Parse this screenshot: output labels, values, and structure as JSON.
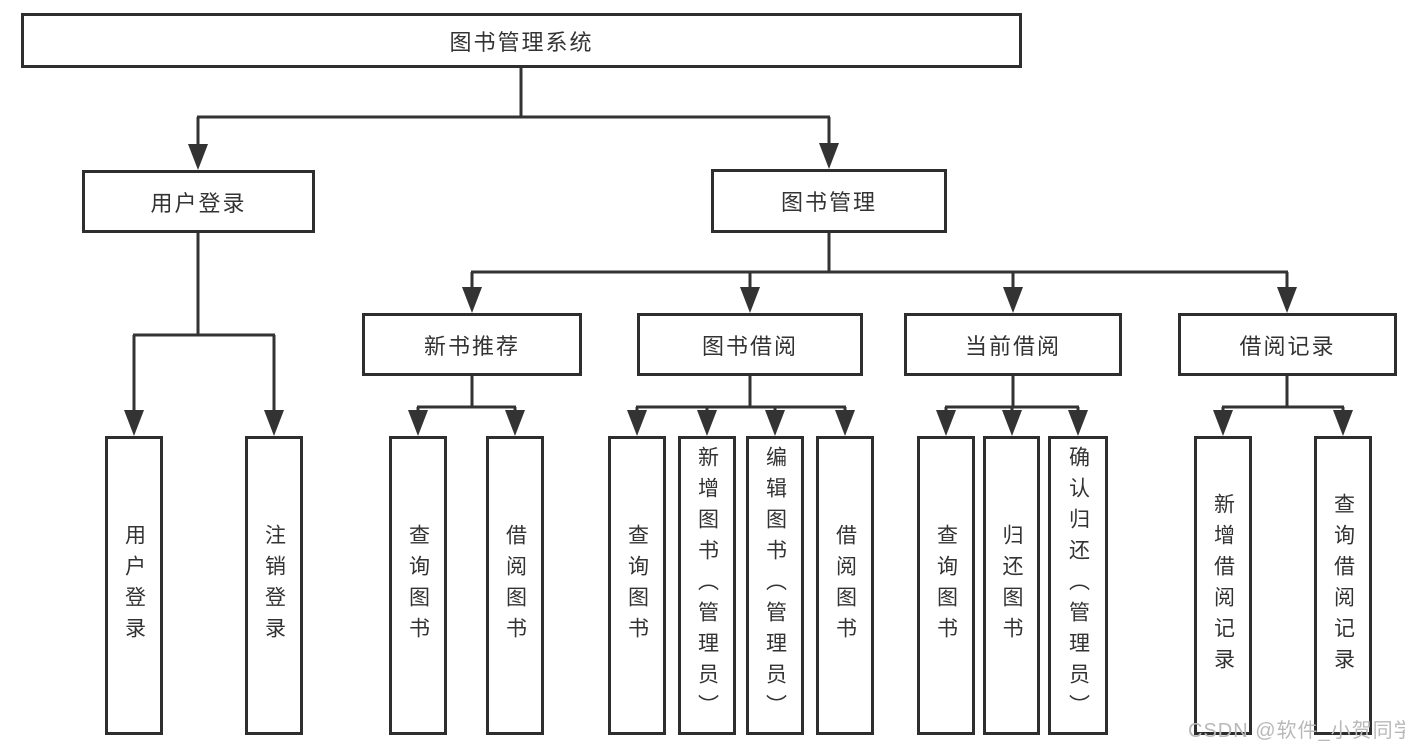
{
  "tree": {
    "label": "图书管理系统",
    "children": [
      {
        "label": "用户登录",
        "children": [
          {
            "label": "用户登录"
          },
          {
            "label": "注销登录"
          }
        ]
      },
      {
        "label": "图书管理",
        "children": [
          {
            "label": "新书推荐",
            "children": [
              {
                "label": "查询图书"
              },
              {
                "label": "借阅图书"
              }
            ]
          },
          {
            "label": "图书借阅",
            "children": [
              {
                "label": "查询图书"
              },
              {
                "label": "新增图书（管理员）"
              },
              {
                "label": "编辑图书（管理员）"
              },
              {
                "label": "借阅图书"
              }
            ]
          },
          {
            "label": "当前借阅",
            "children": [
              {
                "label": "查询图书"
              },
              {
                "label": "归还图书"
              },
              {
                "label": "确认归还（管理员）"
              }
            ]
          },
          {
            "label": "借阅记录",
            "children": [
              {
                "label": "新增借阅记录"
              },
              {
                "label": "查询借阅记录"
              }
            ]
          }
        ]
      }
    ]
  },
  "watermark": {
    "text": "CSDN @软件_小贺同学"
  },
  "colors": {
    "line": "#333333",
    "box_border": "#2e2e2e",
    "text": "#333333",
    "watermark": "#b9b9b9",
    "background": "#ffffff"
  }
}
